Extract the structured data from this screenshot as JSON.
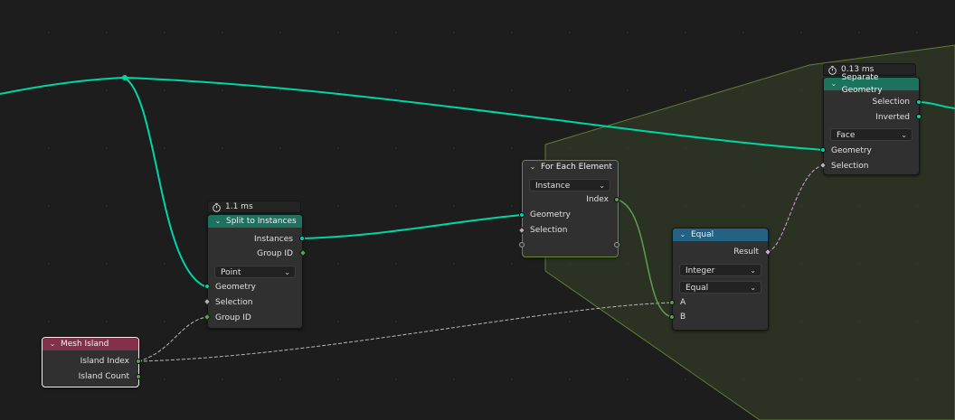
{
  "nodes": {
    "split": {
      "timing": "1.1 ms",
      "title": "Split to Instances",
      "out_instances": "Instances",
      "out_group_id": "Group ID",
      "domain": "Point",
      "in_geometry": "Geometry",
      "in_selection": "Selection",
      "in_group_id": "Group ID"
    },
    "mesh_island": {
      "title": "Mesh Island",
      "out_island_index": "Island Index",
      "out_island_count": "Island Count"
    },
    "for_each": {
      "title": "For Each Element",
      "domain": "Instance",
      "out_index": "Index",
      "in_geometry": "Geometry",
      "in_selection": "Selection"
    },
    "equal": {
      "title": "Equal",
      "out_result": "Result",
      "data_type": "Integer",
      "operation": "Equal",
      "in_a": "A",
      "in_b": "B"
    },
    "separate": {
      "timing": "0.13 ms",
      "title": "Separate Geometry",
      "out_selection": "Selection",
      "out_inverted": "Inverted",
      "domain": "Face",
      "in_geometry": "Geometry",
      "in_selection": "Selection"
    }
  },
  "colors": {
    "geometry_socket": "#00d6a3",
    "geometry_header": "#1d725e",
    "input_header": "#83314a",
    "function_header": "#246283",
    "zone_fill": "#3a4a2a",
    "zone_border": "#6a8a3a"
  },
  "icons": {
    "timer": "stopwatch-icon",
    "collapse": "chevron-down-icon",
    "dropdown": "chevron-down-icon"
  }
}
